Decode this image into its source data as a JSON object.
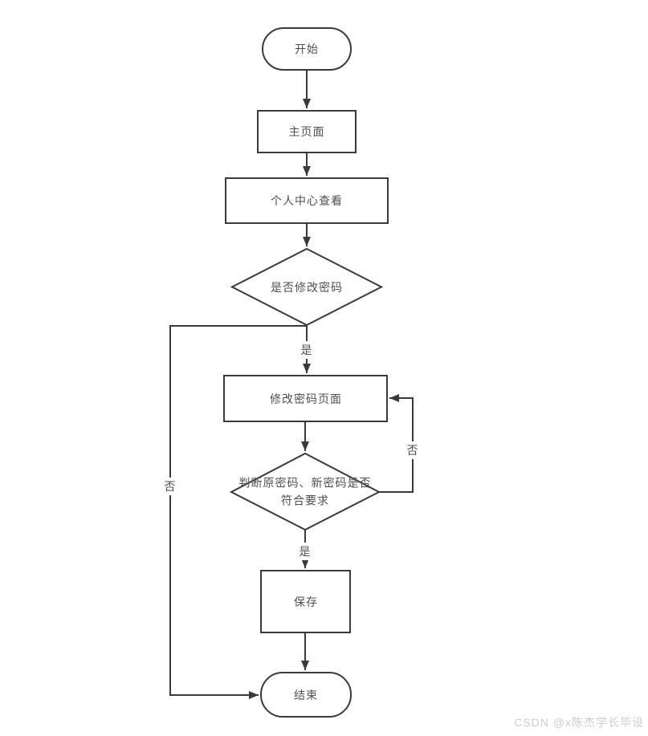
{
  "diagram": {
    "title": "password-modify-flowchart",
    "nodes": {
      "start": {
        "label": "开始",
        "type": "terminal"
      },
      "main_page": {
        "label": "主页面",
        "type": "process"
      },
      "personal_center": {
        "label": "个人中心查看",
        "type": "process"
      },
      "decision_modify": {
        "label": "是否修改密码",
        "type": "decision"
      },
      "modify_password_page": {
        "label": "修改密码页面",
        "type": "process"
      },
      "decision_valid": {
        "label_line1": "判断原密码、新密码是否",
        "label_line2": "符合要求",
        "type": "decision"
      },
      "save": {
        "label": "保存",
        "type": "process"
      },
      "end": {
        "label": "结束",
        "type": "terminal"
      }
    },
    "edge_labels": {
      "yes_modify": "是",
      "no_modify": "否",
      "yes_valid": "是",
      "no_valid": "否"
    },
    "colors": {
      "stroke": "#3a3a3a",
      "text": "#4f4f4f",
      "background": "#ffffff",
      "watermark": "#cccccc"
    }
  },
  "watermark": {
    "text": "CSDN @x陈杰学长毕设"
  }
}
